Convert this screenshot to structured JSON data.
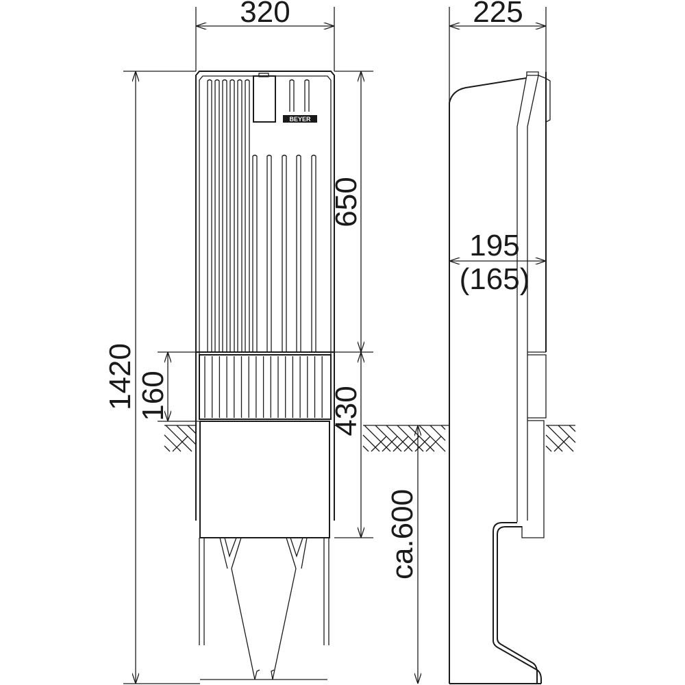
{
  "drawing": {
    "brand_logo": "BEYER",
    "dimensions": {
      "width_front": "320",
      "depth_side": "225",
      "total_height": "1420",
      "upper_height": "650",
      "lower_height": "430",
      "band_height": "160",
      "burial_depth": "ca.600",
      "inner_depth": "195",
      "inner_depth_alt": "(165)"
    }
  }
}
